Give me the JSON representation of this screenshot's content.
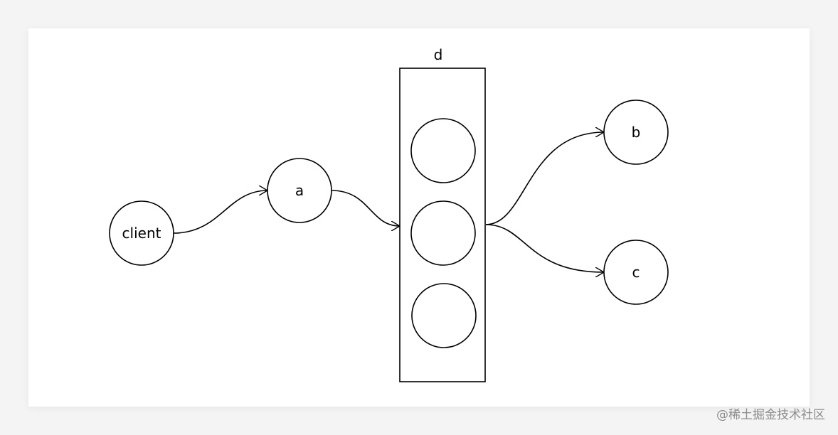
{
  "diagram": {
    "group": {
      "label": "d",
      "slots": 3
    },
    "nodes": {
      "client": {
        "label": "client"
      },
      "a": {
        "label": "a"
      },
      "b": {
        "label": "b"
      },
      "c": {
        "label": "c"
      }
    },
    "edges": [
      {
        "from": "client",
        "to": "a"
      },
      {
        "from": "a",
        "to": "d"
      },
      {
        "from": "d",
        "to": "b"
      },
      {
        "from": "d",
        "to": "c"
      }
    ]
  },
  "watermark": "@稀土掘金技术社区"
}
